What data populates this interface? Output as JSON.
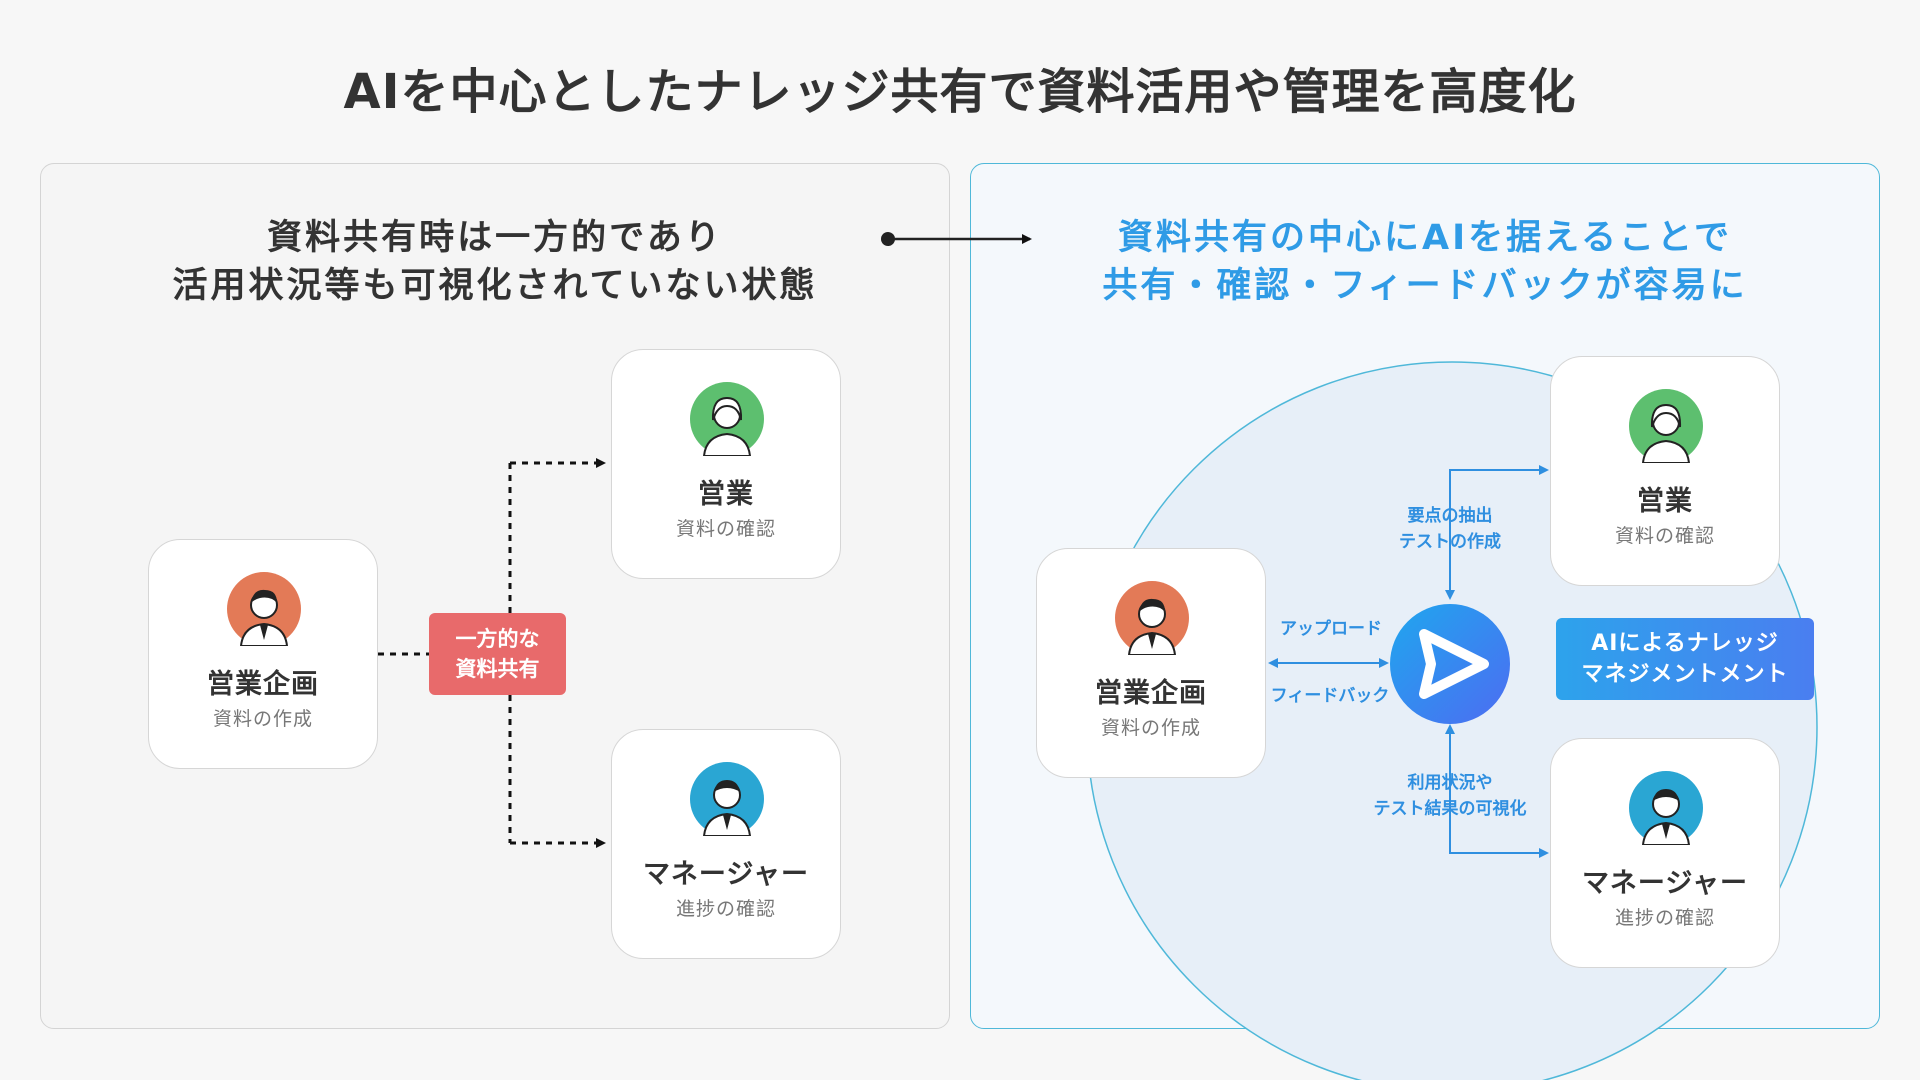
{
  "title": "AIを中心としたナレッジ共有で資料活用や管理を高度化",
  "left": {
    "heading_line1": "資料共有時は一方的であり",
    "heading_line2": "活用状況等も可視化されていない状態",
    "share_tag_line1": "一方的な",
    "share_tag_line2": "資料共有",
    "cards": [
      {
        "title": "営業企画",
        "sub": "資料の作成"
      },
      {
        "title": "営業",
        "sub": "資料の確認"
      },
      {
        "title": "マネージャー",
        "sub": "進捗の確認"
      }
    ]
  },
  "right": {
    "heading_line1": "資料共有の中心にAIを据えることで",
    "heading_line2": "共有・確認・フィードバックが容易に",
    "cards": [
      {
        "title": "営業企画",
        "sub": "資料の作成"
      },
      {
        "title": "営業",
        "sub": "資料の確認"
      },
      {
        "title": "マネージャー",
        "sub": "進捗の確認"
      }
    ],
    "labels": {
      "upload": "アップロード",
      "feedback": "フィードバック",
      "top_line1": "要点の抽出",
      "top_line2": "テストの作成",
      "bottom_line1": "利用状況や",
      "bottom_line2": "テスト結果の可視化"
    },
    "ai_tag_line1": "AIによるナレッジ",
    "ai_tag_line2": "マネジメントメント"
  },
  "colors": {
    "planning_avatar": "#e37a57",
    "sales_avatar": "#5dbf6f",
    "manager_avatar": "#2aa6d3",
    "share_tag": "#e86a6b",
    "accent_blue": "#2f9be6",
    "panel_right_border": "#4fb8d9"
  },
  "icons": [
    "person-icon",
    "ai-play-logo-icon",
    "arrow-right-icon"
  ]
}
